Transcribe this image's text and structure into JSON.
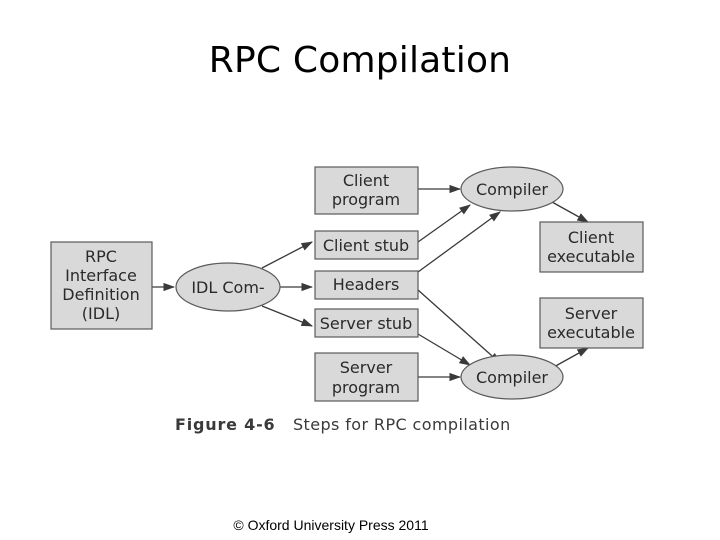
{
  "title": "RPC Compilation",
  "nodes": {
    "rpc_idl": [
      "RPC",
      "Interface",
      "Definition",
      "(IDL)"
    ],
    "idl_compiler": [
      "IDL Com-"
    ],
    "client_program": [
      "Client",
      "program"
    ],
    "client_stub": [
      "Client stub"
    ],
    "headers": [
      "Headers"
    ],
    "server_stub": [
      "Server stub"
    ],
    "server_program": [
      "Server",
      "program"
    ],
    "compiler_top": [
      "Compiler"
    ],
    "compiler_bottom": [
      "Compiler"
    ],
    "client_executable": [
      "Client",
      "executable"
    ],
    "server_executable": [
      "Server",
      "executable"
    ]
  },
  "caption": {
    "number": "Figure 4-6",
    "text": "Steps for RPC compilation"
  },
  "copyright": "© Oxford University Press 2011"
}
